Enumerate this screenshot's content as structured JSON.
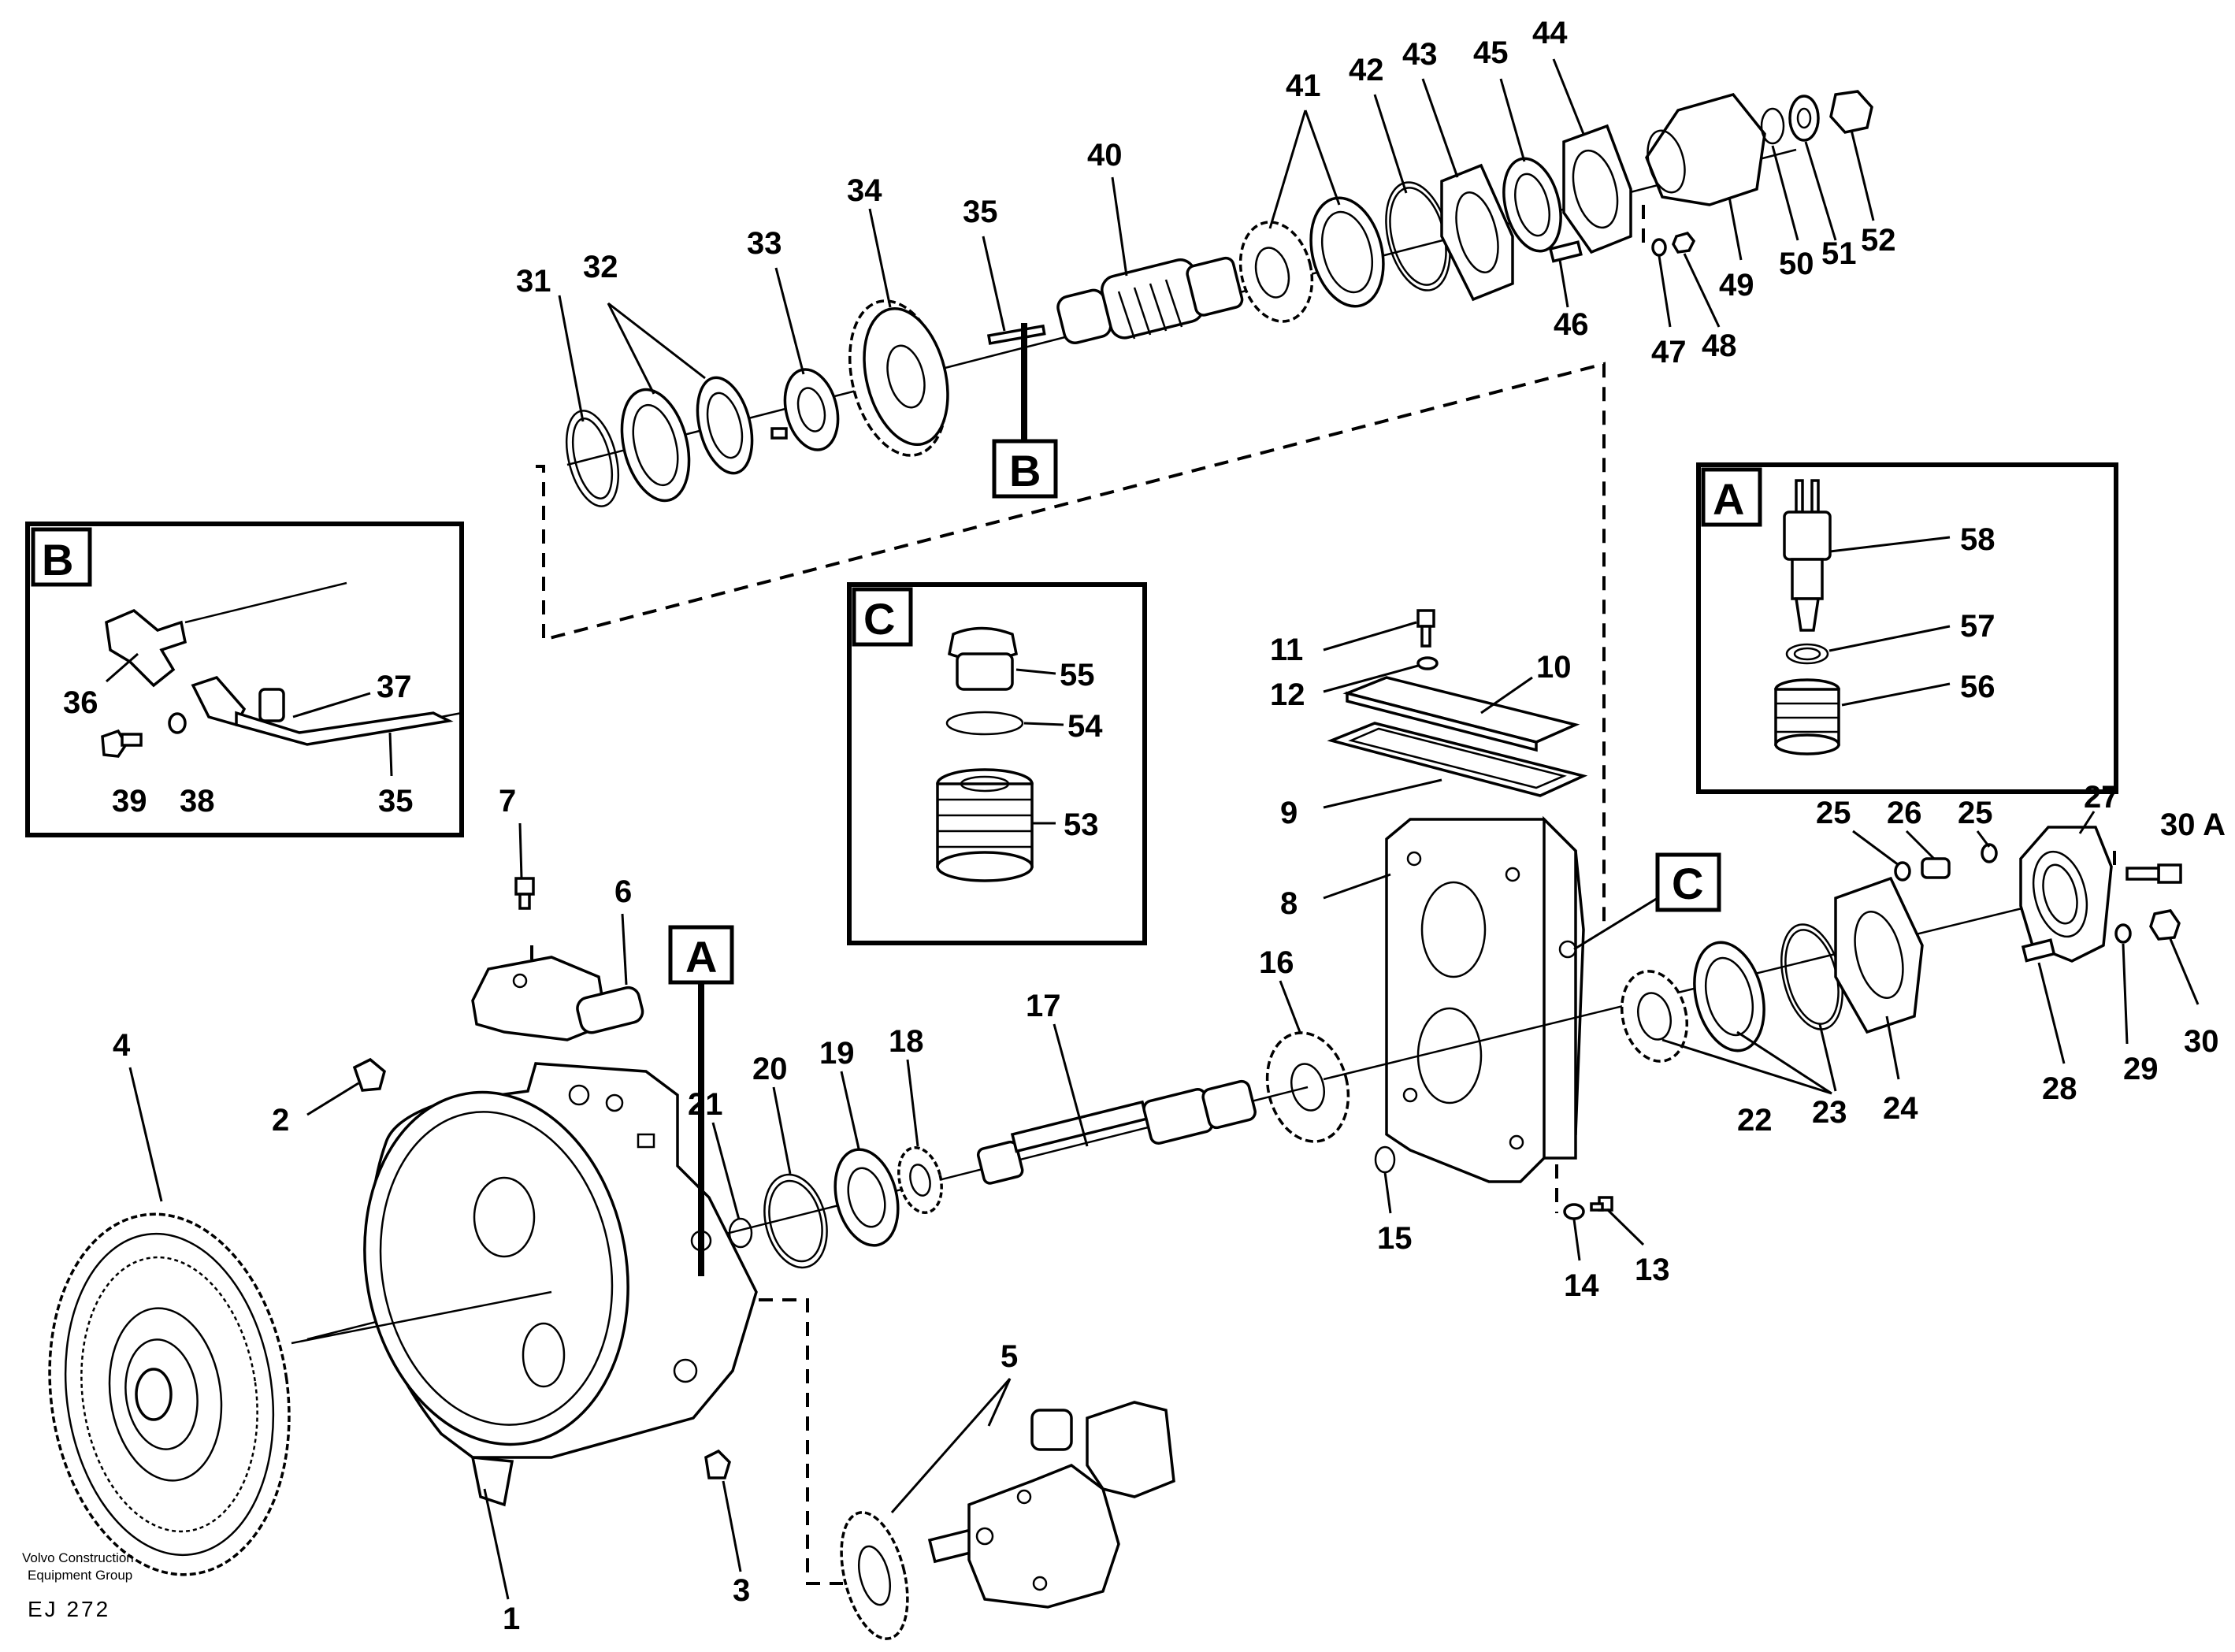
{
  "diagram": {
    "callouts": {
      "n1": "1",
      "n2": "2",
      "n3": "3",
      "n4": "4",
      "n5": "5",
      "n6": "6",
      "n7": "7",
      "n8": "8",
      "n9": "9",
      "n10": "10",
      "n11": "11",
      "n12": "12",
      "n13": "13",
      "n14": "14",
      "n15": "15",
      "n16": "16",
      "n17": "17",
      "n18": "18",
      "n19": "19",
      "n20": "20",
      "n21": "21",
      "n22": "22",
      "n23": "23",
      "n24": "24",
      "n25a": "25",
      "n25b": "25",
      "n26": "26",
      "n27": "27",
      "n28": "28",
      "n29": "29",
      "n30": "30",
      "n30a": "30 A",
      "n31": "31",
      "n32": "32",
      "n33": "33",
      "n34": "34",
      "n35": "35",
      "n35b": "35",
      "n36": "36",
      "n37": "37",
      "n38": "38",
      "n39": "39",
      "n40": "40",
      "n41": "41",
      "n42": "42",
      "n43": "43",
      "n44": "44",
      "n45": "45",
      "n46": "46",
      "n47": "47",
      "n48": "48",
      "n49": "49",
      "n50": "50",
      "n51": "51",
      "n52": "52",
      "n53": "53",
      "n54": "54",
      "n55": "55",
      "n56": "56",
      "n57": "57",
      "n58": "58"
    },
    "detail_tags": {
      "box_a": "A",
      "box_b": "B",
      "box_c": "C",
      "ref_a": "A",
      "ref_b": "B",
      "ref_c": "C"
    },
    "footer": {
      "company_line1": "Volvo Construction",
      "company_line2": "Equipment Group",
      "drawing_code": "EJ  272"
    }
  }
}
